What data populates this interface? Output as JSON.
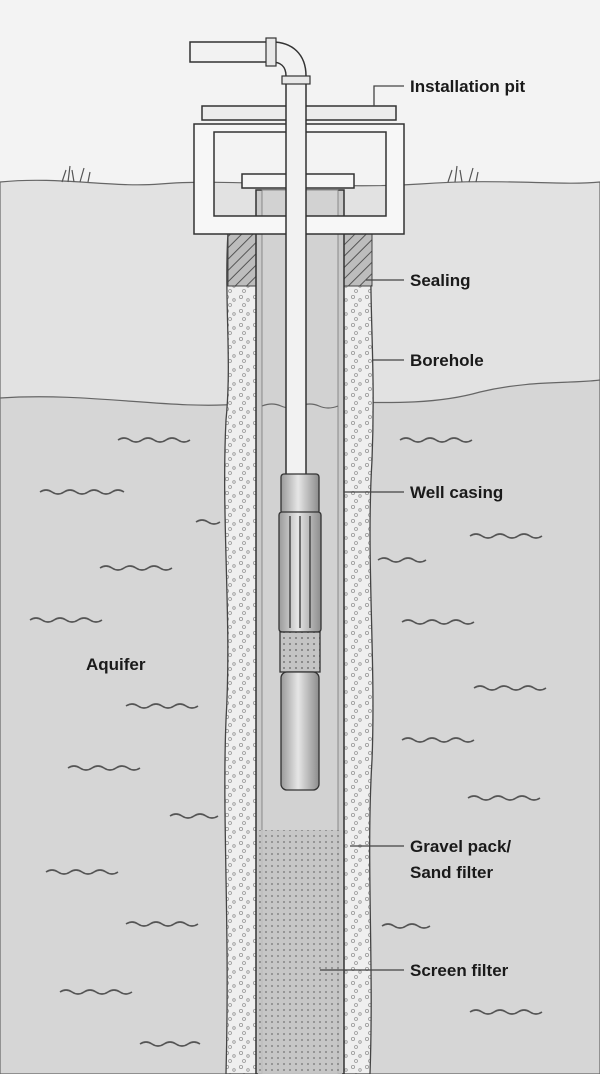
{
  "labels": {
    "installation_pit": "Installation pit",
    "sealing": "Sealing",
    "borehole": "Borehole",
    "well_casing": "Well casing",
    "aquifer": "Aquifer",
    "gravel_pack_line1": "Gravel pack/",
    "gravel_pack_line2": "Sand filter",
    "screen_filter": "Screen filter"
  },
  "colors": {
    "sky": "#f2f2f2",
    "ground": "#e0e0e0",
    "aquifer": "#d4d4d4",
    "casing_interior": "#c8c8c8",
    "gravel": "#eeeeee",
    "pit": "#fafafa",
    "outline": "#333333"
  }
}
